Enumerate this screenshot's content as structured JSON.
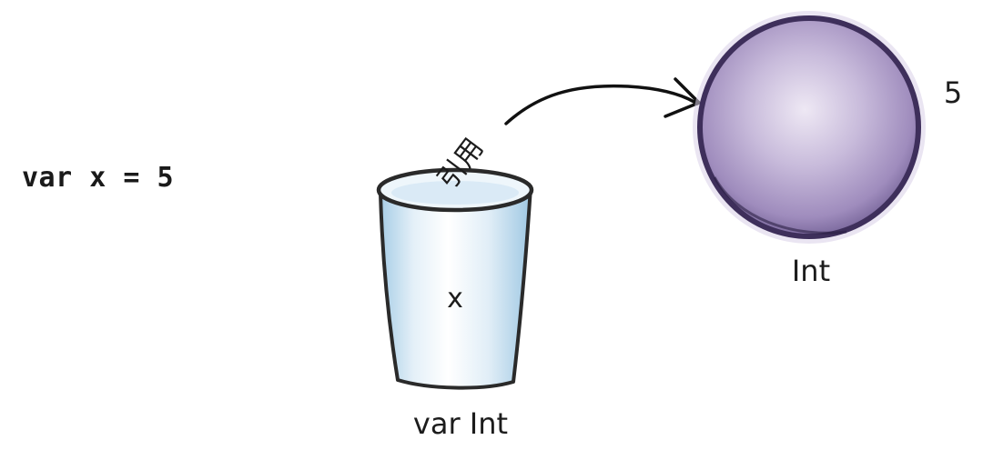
{
  "code_statement": "var x = 5",
  "variable": {
    "name": "x",
    "type_label": "var Int"
  },
  "reference_label": "引用",
  "object": {
    "value": "5",
    "type_label": "Int"
  },
  "colors": {
    "cup_fill": "#dcebf5",
    "cup_shade": "#a9cfe6",
    "cup_outline": "#2a2a2a",
    "ball_fill": "#b3a2cc",
    "ball_highlight": "#e6def0",
    "ball_outline": "#3e2f5b",
    "arrow": "#111111"
  }
}
